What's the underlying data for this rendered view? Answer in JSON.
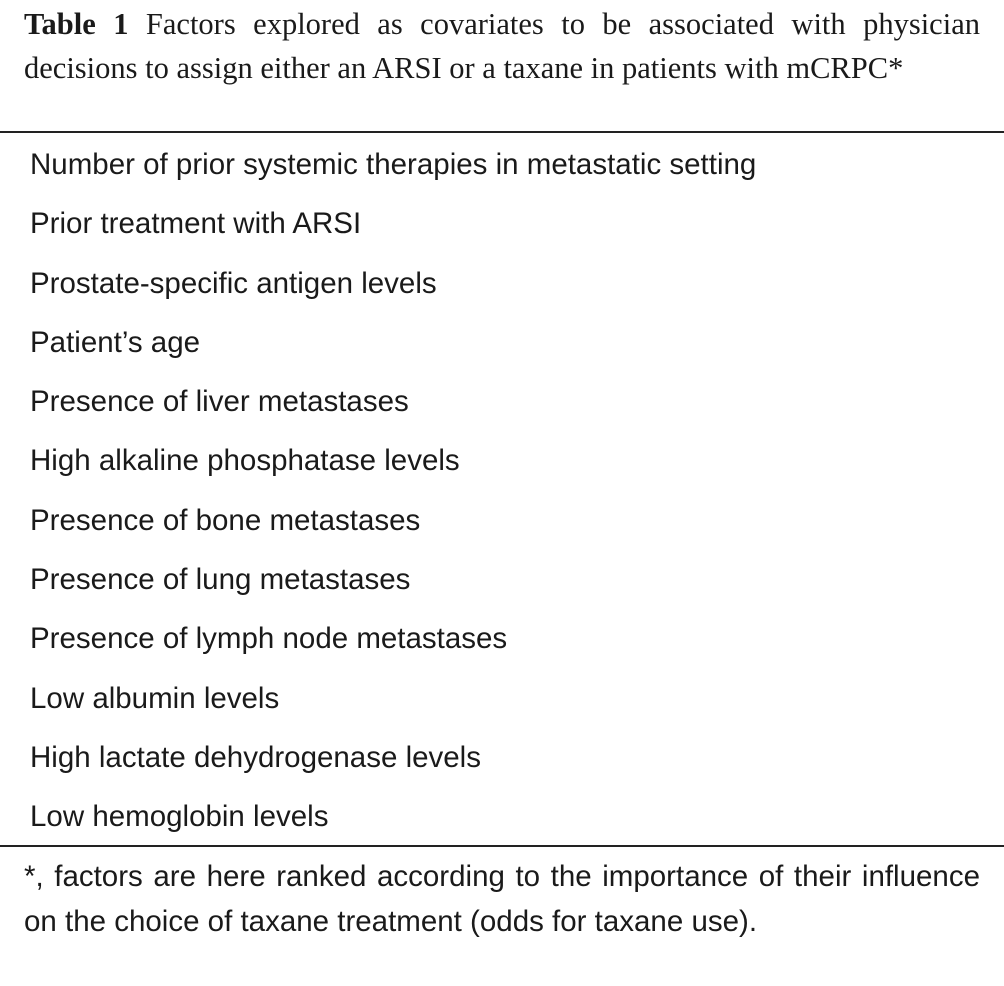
{
  "caption": {
    "label": "Table 1",
    "text": "Factors explored as covariates to be associated with physician decisions to assign either an ARSI or a taxane in patients with mCRPC*"
  },
  "rows": [
    "Number of prior systemic therapies in metastatic setting",
    "Prior treatment with ARSI",
    "Prostate-specific antigen levels",
    "Patient’s age",
    "Presence of liver metastases",
    "High alkaline phosphatase levels",
    "Presence of bone metastases",
    "Presence of lung metastases",
    "Presence of lymph node metastases",
    "Low albumin levels",
    "High lactate dehydrogenase levels",
    "Low hemoglobin levels"
  ],
  "footnote": "*, factors are here ranked according to the importance of their influence on the choice of taxane treatment (odds for taxane use)."
}
